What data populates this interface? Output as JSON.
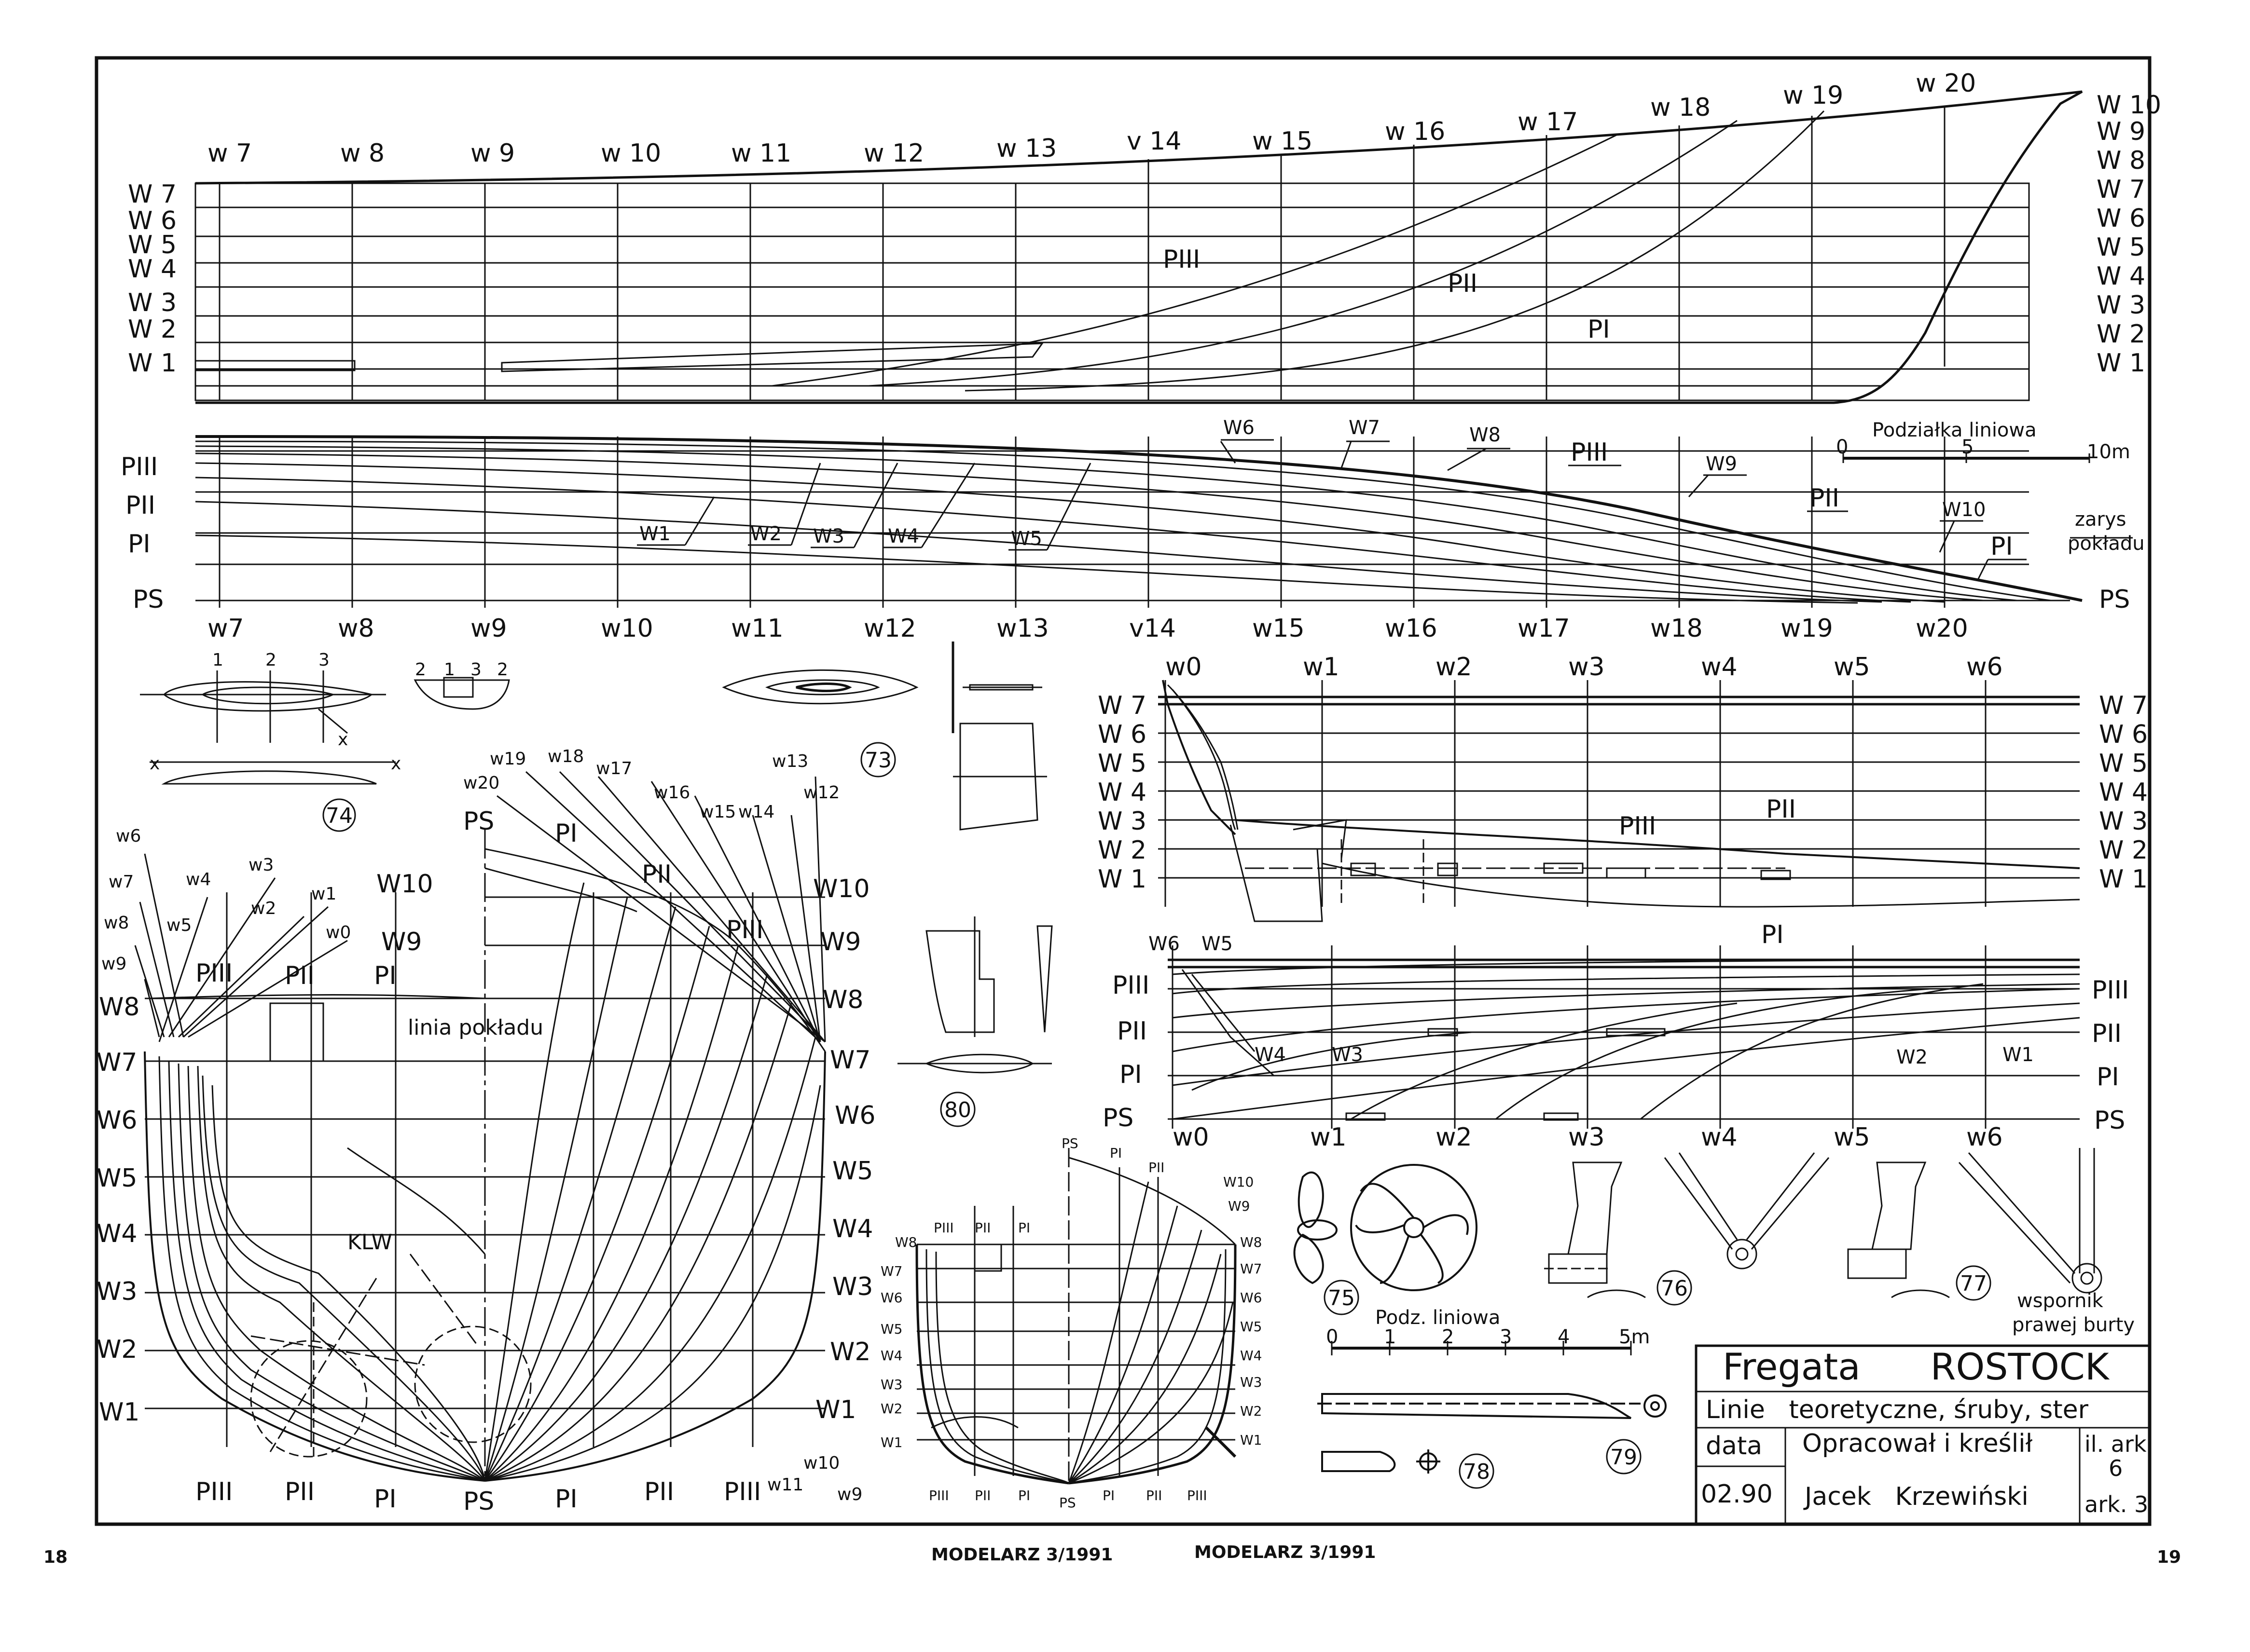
{
  "profile": {
    "stations_top": [
      "w 7",
      "w 8",
      "w 9",
      "w 10",
      "w 11",
      "w 12",
      "w 13",
      "v 14",
      "w 15",
      "w 16",
      "w 17",
      "w 18",
      "w 19",
      "w 20"
    ],
    "waterlines_left": [
      "W 7",
      "W 6",
      "W 5",
      "W 4",
      "W 3",
      "W 2",
      "W 1"
    ],
    "waterlines_right": [
      "W 10",
      "W 9",
      "W 8",
      "W 7",
      "W 6",
      "W 5",
      "W 4",
      "W 3",
      "W 2",
      "W 1"
    ],
    "buttock_labels": [
      "PIII",
      "PII",
      "PI"
    ]
  },
  "plan": {
    "left_labels": [
      "PIII",
      "PII",
      "PI",
      "PS"
    ],
    "right_label": "PS",
    "stations_bottom": [
      "w7",
      "w8",
      "w9",
      "w10",
      "w11",
      "w12",
      "w13",
      "v14",
      "w15",
      "w16",
      "w17",
      "w18",
      "w19",
      "w20"
    ],
    "line_labels": [
      "W1",
      "W2",
      "W3",
      "W4",
      "W5",
      "W6",
      "W7",
      "W8",
      "W9",
      "W10"
    ],
    "buttock_labels": [
      "PIII",
      "PII",
      "PI"
    ],
    "deck_outline": [
      "zarys",
      "pokładu"
    ]
  },
  "scale_main": {
    "title": "Podziałka liniowa",
    "ticks": [
      "0",
      "5",
      "10m"
    ]
  },
  "body_plan": {
    "left_waterlines": [
      "W8",
      "W7",
      "W6",
      "W5",
      "W4",
      "W3",
      "W2",
      "W1"
    ],
    "right_waterlines": [
      "W10",
      "W9",
      "W8",
      "W7",
      "W6",
      "W5",
      "W4",
      "W3",
      "W2",
      "W1"
    ],
    "left_stations": [
      "w6",
      "w7",
      "w8",
      "w9",
      "w5",
      "w4",
      "w3",
      "w2",
      "w1",
      "w0"
    ],
    "right_stations": [
      "w19",
      "w18",
      "w17",
      "w16",
      "w15",
      "w14",
      "w13",
      "w12",
      "w20",
      "w11",
      "w10",
      "w9"
    ],
    "top_labels": [
      "W10",
      "W9",
      "PIII",
      "PII",
      "PI",
      "PS",
      "PI",
      "PII",
      "PIII"
    ],
    "bottom_labels": [
      "PIII",
      "PII",
      "PI",
      "PS",
      "PI",
      "PII",
      "PIII"
    ],
    "deck_line": "linia   pokładu",
    "klw": "KLW"
  },
  "stern": {
    "stations": [
      "w0",
      "w1",
      "w2",
      "w3",
      "w4",
      "w5",
      "w6"
    ],
    "waterlines_left": [
      "W 7",
      "W 6",
      "W 5",
      "W 4",
      "W 3",
      "W 2",
      "W 1"
    ],
    "waterlines_right": [
      "W 7",
      "W 6",
      "W 5",
      "W 4",
      "W 3",
      "W 2",
      "W 1"
    ],
    "labels": [
      "PIII",
      "PII",
      "PI"
    ],
    "plan_left": [
      "PIII",
      "PII",
      "PI",
      "PS"
    ],
    "plan_right": [
      "PIII",
      "PII",
      "PI",
      "PS"
    ],
    "plan_stations": [
      "w0",
      "w1",
      "w2",
      "w3",
      "w4",
      "w5",
      "w6"
    ],
    "plan_line_labels": [
      "W6",
      "W5",
      "W4",
      "W3",
      "W2",
      "W1"
    ]
  },
  "detail_numbers": [
    "74",
    "73",
    "80",
    "75",
    "76",
    "77",
    "78",
    "79"
  ],
  "detail_74": {
    "ticks_a": [
      "1",
      "2",
      "3"
    ],
    "ticks_b": [
      "2",
      "1",
      "3",
      "2"
    ],
    "axis": "x",
    "x_mark": "x"
  },
  "small_body": {
    "left": [
      "W8",
      "W7",
      "W6",
      "W5",
      "W4",
      "W3",
      "W2",
      "W1"
    ],
    "right": [
      "W10",
      "W9",
      "W8",
      "W7",
      "W6",
      "W5",
      "W4",
      "W3",
      "W2",
      "W1"
    ],
    "top": [
      "PS",
      "PI",
      "PII",
      "PIII",
      "PII",
      "PI"
    ],
    "bottom": [
      "PIII",
      "PII",
      "PI",
      "PS",
      "PI",
      "PII",
      "PIII"
    ]
  },
  "scale_small": {
    "title": "Podz. liniowa",
    "ticks": [
      "0",
      "1",
      "2",
      "3",
      "4",
      "5m"
    ]
  },
  "bracket_caption": [
    "wspornik",
    "prawej burty"
  ],
  "title_block": {
    "title": "Fregata      ROSTOCK",
    "subtitle": "Linie   teoretyczne, śruby, ster",
    "date_label": "data",
    "date": "02.90",
    "author_label": "Opracował i kreślił",
    "author": "Jacek   Krzewiński",
    "sheet_label": "il. ark.",
    "sheet_num": "6",
    "sheet_total": "ark. 3"
  },
  "footer": {
    "page_left": "18",
    "page_right": "19",
    "mag_left": "MODELARZ 3/1991",
    "mag_right": "MODELARZ 3/1991"
  }
}
